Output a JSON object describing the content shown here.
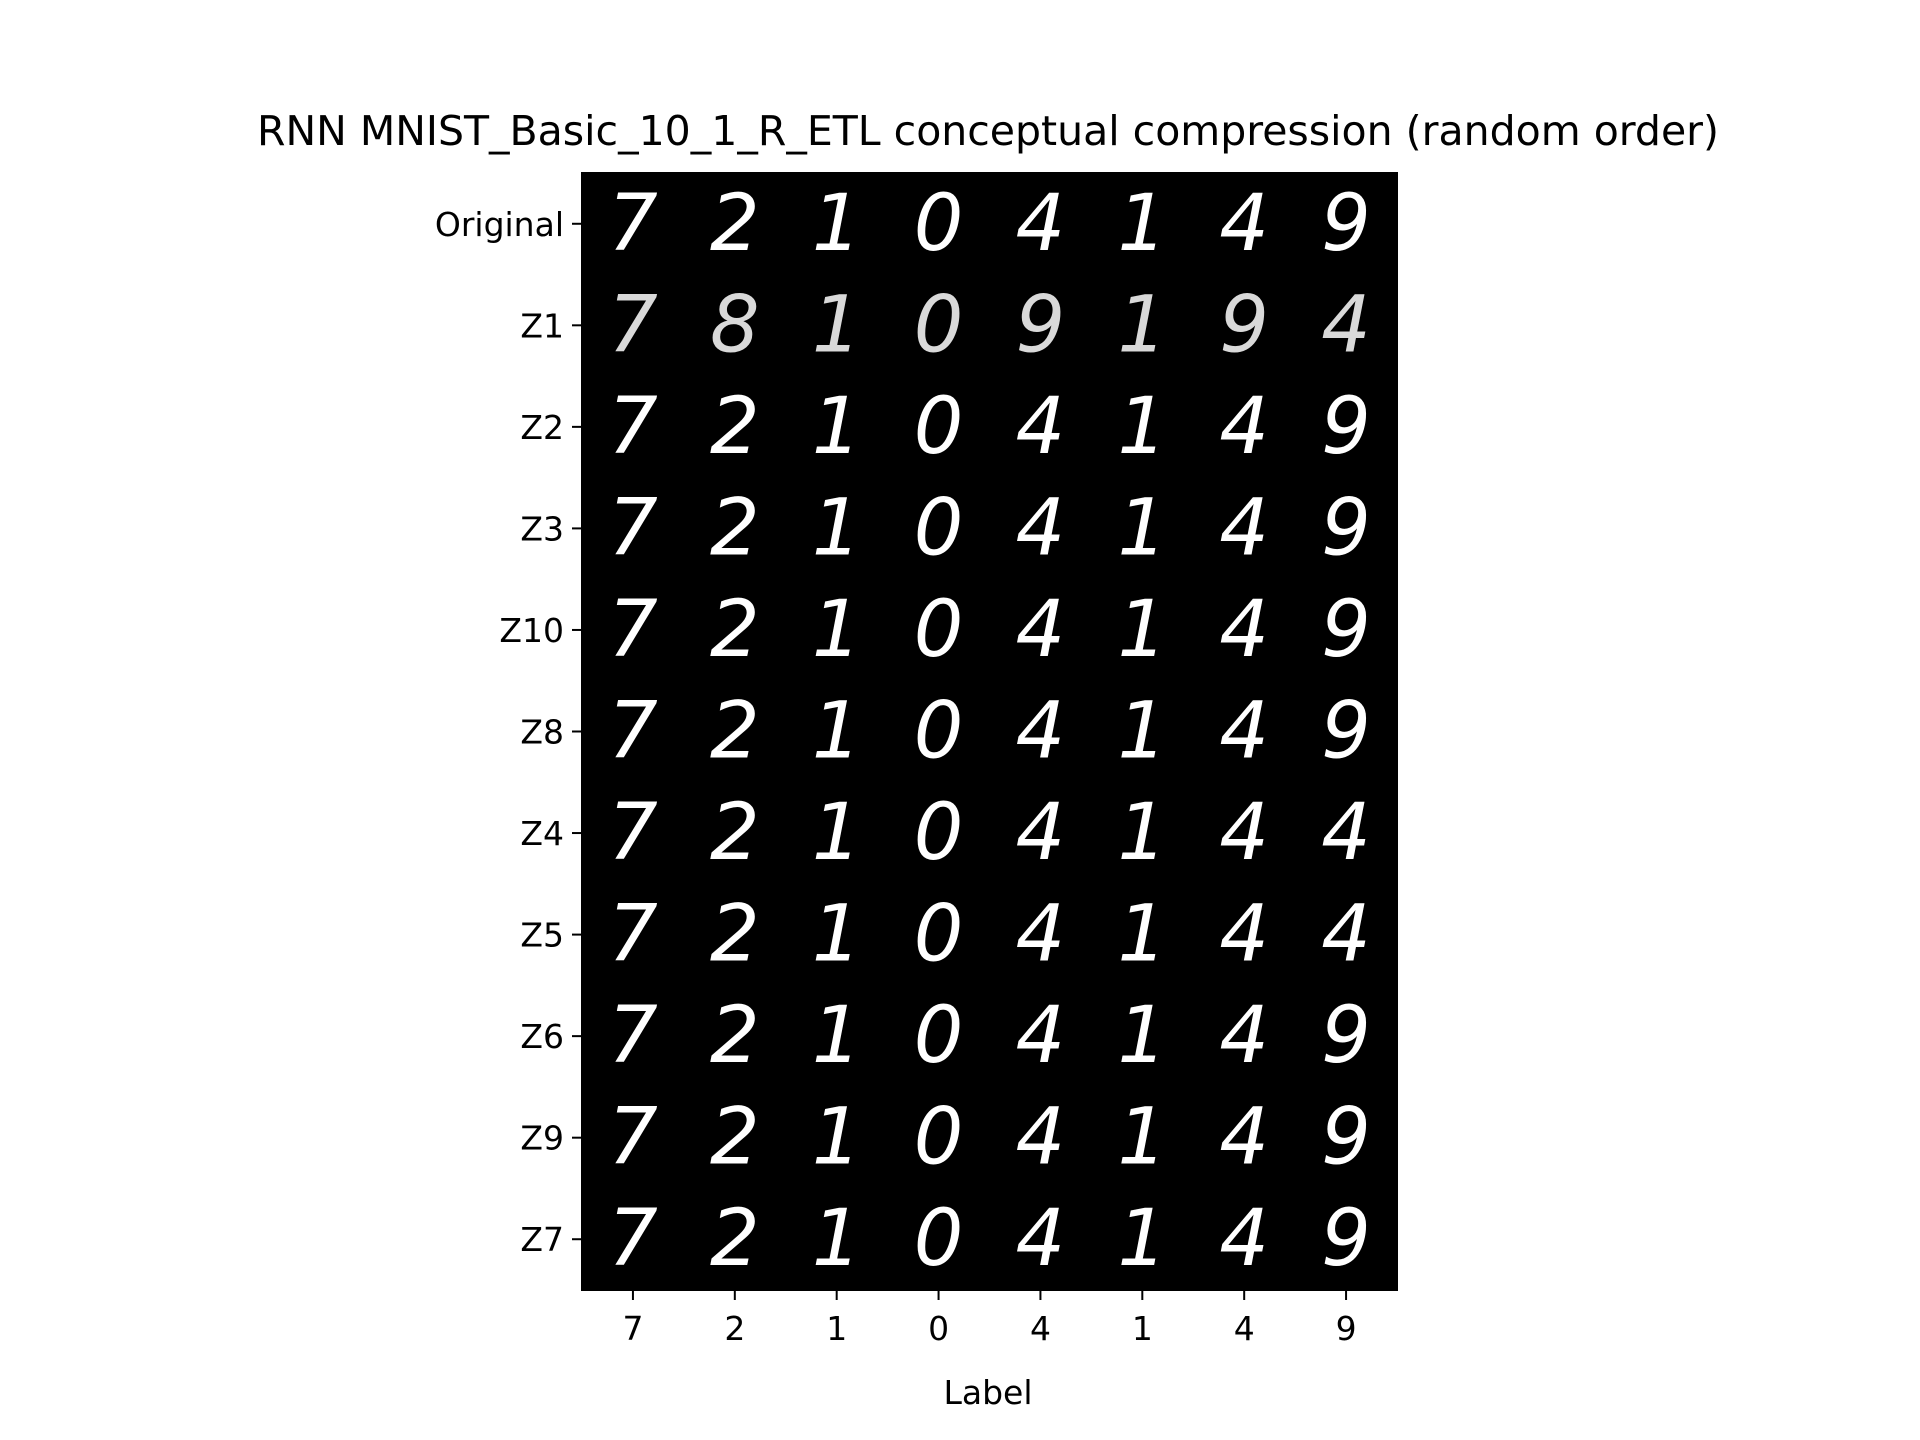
{
  "chart_data": {
    "type": "image-grid",
    "title": "RNN MNIST_Basic_10_1_R_ETL conceptual compression (random order)",
    "xlabel": "Label",
    "ylabel": "",
    "x_tick_labels": [
      "7",
      "2",
      "1",
      "0",
      "4",
      "1",
      "4",
      "9"
    ],
    "y_tick_labels": [
      "Original",
      "Z1",
      "Z2",
      "Z3",
      "Z10",
      "Z8",
      "Z4",
      "Z5",
      "Z6",
      "Z9",
      "Z7"
    ],
    "cell_glyphs": [
      [
        "7",
        "2",
        "1",
        "0",
        "4",
        "1",
        "4",
        "9"
      ],
      [
        "7",
        "8",
        "1",
        "0",
        "9",
        "1",
        "9",
        "4"
      ],
      [
        "7",
        "2",
        "1",
        "0",
        "4",
        "1",
        "4",
        "9"
      ],
      [
        "7",
        "2",
        "1",
        "0",
        "4",
        "1",
        "4",
        "9"
      ],
      [
        "7",
        "2",
        "1",
        "0",
        "4",
        "1",
        "4",
        "9"
      ],
      [
        "7",
        "2",
        "1",
        "0",
        "4",
        "1",
        "4",
        "9"
      ],
      [
        "7",
        "2",
        "1",
        "0",
        "4",
        "1",
        "4",
        "4"
      ],
      [
        "7",
        "2",
        "1",
        "0",
        "4",
        "1",
        "4",
        "4"
      ],
      [
        "7",
        "2",
        "1",
        "0",
        "4",
        "1",
        "4",
        "9"
      ],
      [
        "7",
        "2",
        "1",
        "0",
        "4",
        "1",
        "4",
        "9"
      ],
      [
        "7",
        "2",
        "1",
        "0",
        "4",
        "1",
        "4",
        "9"
      ]
    ],
    "grid": false,
    "colors": {
      "image_background": "#000000",
      "digit_stroke": "#ffffff",
      "axes": "#000000"
    }
  }
}
